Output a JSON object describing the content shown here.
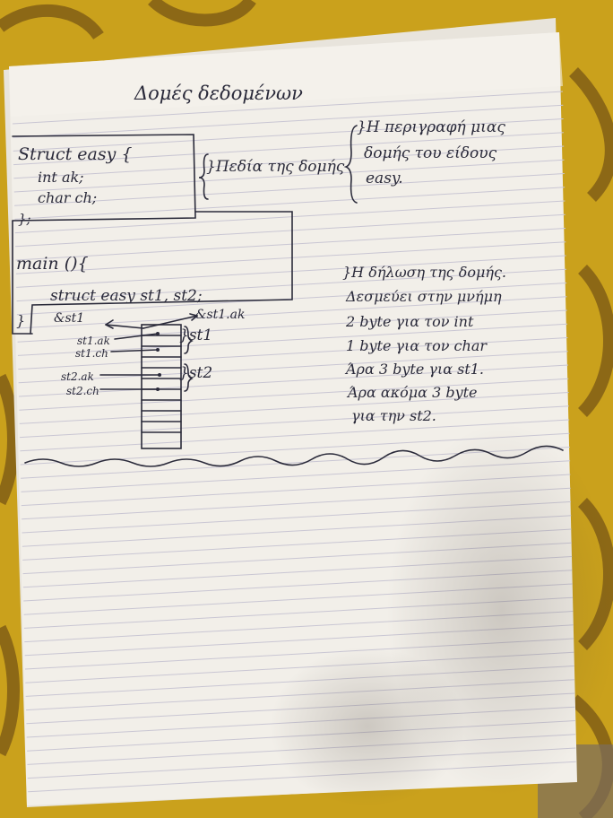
{
  "page": {
    "title": "Δομές δεδομένων"
  },
  "code": {
    "line1": "Struct easy {",
    "line2": "int ak;",
    "line3": "char ch;",
    "line4": "};",
    "line5": "main (){",
    "line6": "struct easy st1, st2;",
    "line7": "}"
  },
  "annotations": {
    "fields": "}Πεδία της δομής",
    "description": [
      "}Η περιγραφή μιας",
      "δομής του είδους",
      "easy."
    ],
    "declaration": [
      "}Η δήλωση της δομής.",
      "Δεσμεύει στην μνήμη",
      "2 byte για τον int",
      "1 byte για τον char",
      "Άρα 3 byte για st1.",
      "Άρα ακόμα 3 byte",
      "για την st2."
    ]
  },
  "diagram": {
    "addr_st1": "&st1",
    "addr_st1_ak": "&st1.ak",
    "st1_ak": "st1.ak",
    "st1_ch": "st1.ch",
    "st2_ak": "st2.ak",
    "st2_ch": "st2.ch",
    "brace_st1": "}st1",
    "brace_st2": "}st2"
  },
  "colors": {
    "paper": "#f2efe9",
    "ink": "#2a2a3a",
    "rule": "#c9c6d3",
    "background": "#caa11c"
  }
}
